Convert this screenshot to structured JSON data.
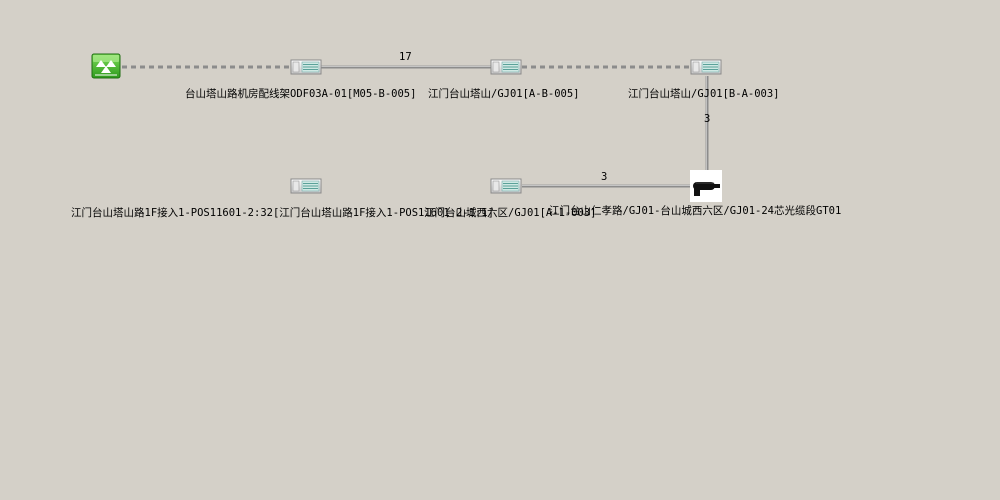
{
  "nodes": {
    "root_icon": "green-network-root-icon",
    "odf_a": {
      "icon": "odf-device-icon",
      "label": "台山塔山路机房配线架ODF03A-01[M05-B-005]"
    },
    "gj_a": {
      "icon": "odf-device-icon",
      "label": "江门台山塔山/GJ01[A-B-005]"
    },
    "gj_b": {
      "icon": "odf-device-icon",
      "label": "江门台山塔山/GJ01[B-A-003]"
    },
    "pos": {
      "icon": "odf-device-icon",
      "label": "江门台山塔山路1F接入1-POS11601-2:32[江门台山塔山路1F接入1-POS11601-2-1:1]"
    },
    "cx": {
      "icon": "odf-device-icon",
      "label": "江门台山城西六区/GJ01[A-1-003]"
    },
    "cable": {
      "icon": "optical-cable-splice-icon",
      "label": "江门台山仁孝路/GJ01-台山城西六区/GJ01-24芯光缆段GT01"
    }
  },
  "links": {
    "odf_to_gja": "17",
    "gjb_to_cable": "3",
    "cable_to_cx": "3"
  },
  "colors": {
    "background": "#d4d0c8",
    "link": "#8c8c8c",
    "link_highlight": "#d8d8d8",
    "root_green": "#3fae2a"
  }
}
